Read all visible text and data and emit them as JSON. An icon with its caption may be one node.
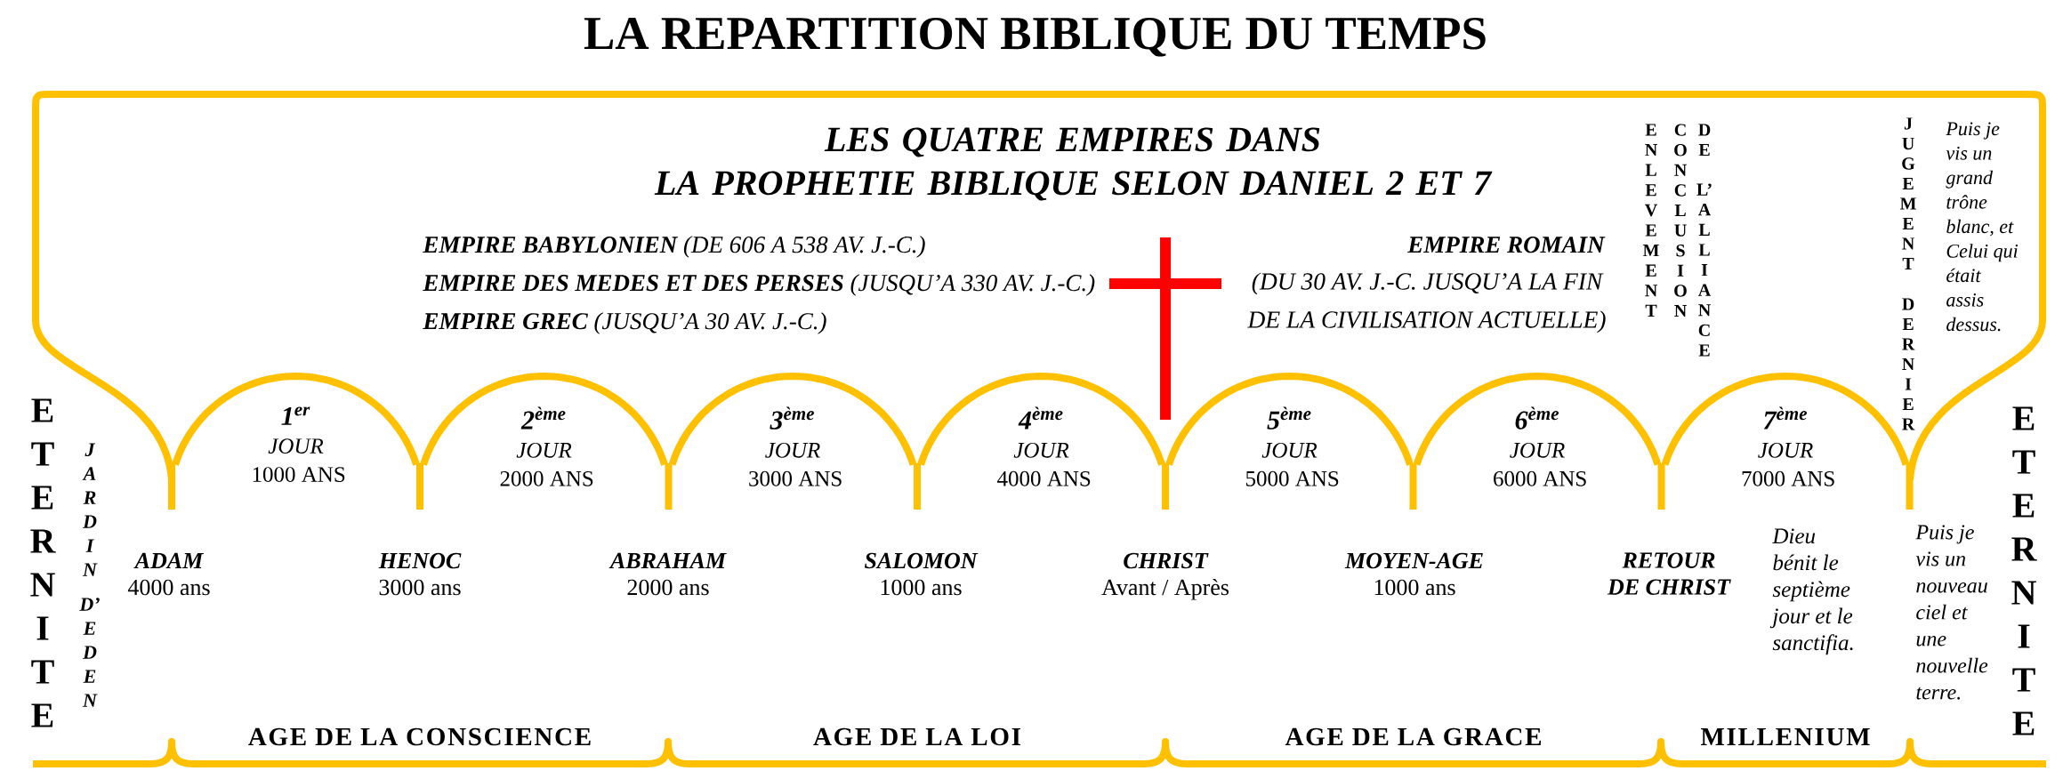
{
  "diagram": {
    "title": "LA REPARTITION BIBLIQUE DU TEMPS",
    "nodes": [
      {
        "text": [
          "1$^{er}$",
          "JOUR",
          "1000 ANS"
        ]
      },
      {
        "text": [
          "2$^{ème}$",
          "JOUR",
          "2000 ANS"
        ]
      },
      {
        "text": [
          "3$^{ème}$",
          "JOUR",
          "3000 ANS"
        ]
      },
      {
        "text": [
          "4$^{ème}$",
          "JOUR",
          "4000 ANS"
        ]
      },
      {
        "text": [
          "5$^{ème}$",
          "JOUR",
          "5000 ANS"
        ]
      },
      {
        "text": [
          "6$^{ème}$",
          "JOUR",
          "6000 ANS"
        ]
      },
      {
        "text": [
          "7$^{ème}$",
          "JOUR",
          "7000 ANS"
        ]
      }
    ],
    "labels": [
      "LES QUATRE EMPIRES DANS LA PROPHETIE BIBLIQUE SELON DANIEL 2 ET 7",
      "ENLEVEMENT",
      "CONCLUSION",
      "DE L’ALLIANCE",
      "JUGEMENT DERNIER",
      "Puis je vis un grand trône blanc, et Celui qui était assis dessus.",
      "**EMPIRE BABYLONIEN** (DE 606 A 538 AV. J.-C.)",
      "EMPIRE ROMAIN",
      "**EMPIRE DES MEDES ET DES PERSES** (JUSQU’A 330 AV. J.-C.)",
      "(DU 30 AV. J.-C. JUSQU’A LA FIN DE LA CIVILISATION ACTUELLE)",
      "**EMPIRE GREC** (JUSQU’A 30 AV. J.-C.)",
      "ETERNITE",
      "JARDIN D’EDEN",
      "ETERNITE",
      "ADAM",
      "4000 ans",
      "HENOC",
      "3000 ans",
      "ABRAHAM",
      "2000 ans",
      "SALOMON",
      "1000 ans",
      "CHRIST",
      "Avant / Après",
      "MOYEN-AGE",
      "1000 ans",
      "RETOUR DE CHRIST",
      "Dieu bénit le septième jour et le sanctifia.",
      "Puis je vis un nouveau ciel et une nouvelle terre.",
      "AGE DE LA CONSCIENCE",
      "AGE DE LA LOI",
      "AGE DE LA GRACE",
      "MILLENIUM"
    ]
  }
}
